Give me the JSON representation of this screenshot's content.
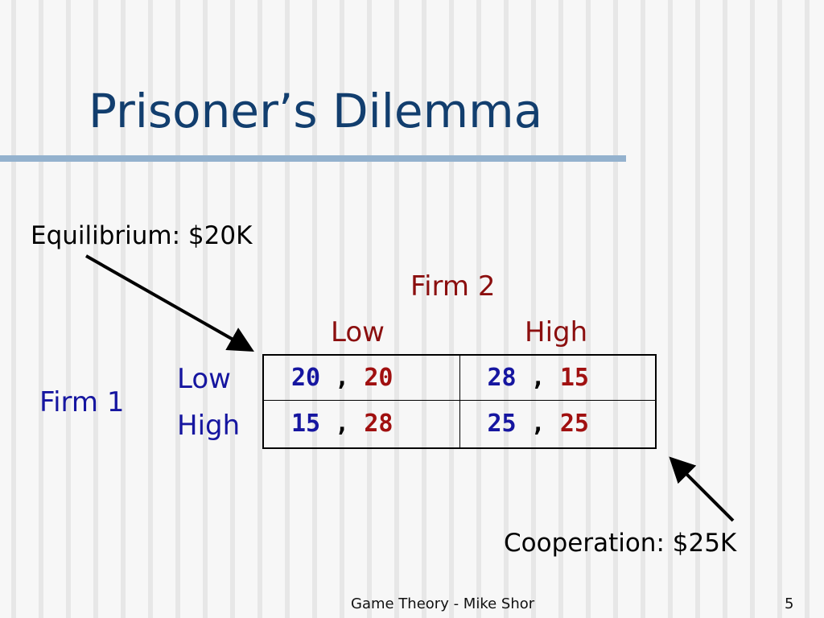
{
  "slide": {
    "title": "Prisoner’s Dilemma",
    "annotations": {
      "equilibrium": "Equilibrium:  $20K",
      "cooperation": "Cooperation:  $25K"
    },
    "column_player": "Firm 2",
    "row_player": "Firm 1",
    "column_strategies": [
      "Low",
      "High"
    ],
    "row_strategies": [
      "Low",
      "High"
    ],
    "payoffs": [
      [
        {
          "firm1": "20",
          "firm2": "20"
        },
        {
          "firm1": "28",
          "firm2": "15"
        }
      ],
      [
        {
          "firm1": "15",
          "firm2": "28"
        },
        {
          "firm1": "25",
          "firm2": "25"
        }
      ]
    ],
    "separator": " , ",
    "footer": {
      "center": "Game Theory - Mike Shor",
      "page_number": "5"
    }
  },
  "colors": {
    "title": "#123e6e",
    "title_rule": "#94b2ce",
    "firm1_text": "#1616a0",
    "firm2_text": "#8b0f0f",
    "firm1_payoff": "#1616a0",
    "firm2_payoff": "#a01010"
  },
  "icons": [
    "equilibrium-arrow-icon",
    "cooperation-arrow-icon"
  ]
}
